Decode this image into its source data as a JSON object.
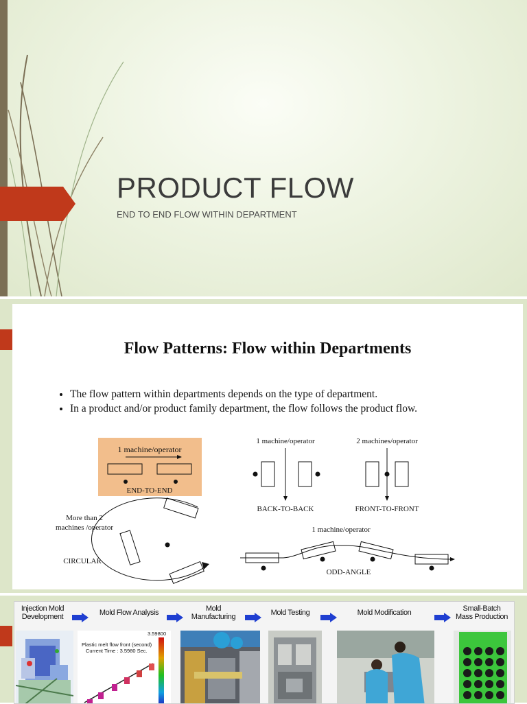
{
  "slide1": {
    "title": "PRODUCT FLOW",
    "subtitle": "END TO END FLOW WITHIN DEPARTMENT",
    "colors": {
      "accent": "#c0391b",
      "strip": "#7b6f55",
      "background": "#eef4e2"
    }
  },
  "slide2": {
    "heading": "Flow Patterns: Flow within Departments",
    "bullets": [
      "The flow pattern within departments depends on the type of department.",
      "In a product and/or product family department, the flow follows the product flow."
    ],
    "diagram": {
      "end_to_end": {
        "top_label": "1 machine/operator",
        "caption": "END-TO-END",
        "fill": "#f2be8c"
      },
      "back_to_back": {
        "top_label": "1 machine/operator",
        "caption": "BACK-TO-BACK"
      },
      "front_to_front": {
        "top_label": "2 machines/operator",
        "caption": "FRONT-TO-FRONT"
      },
      "circular": {
        "label_line1": "More than 2",
        "label_line2": "machines /operator",
        "caption": "CIRCULAR"
      },
      "odd_angle": {
        "top_label": "1 machine/operator",
        "caption": "ODD-ANGLE"
      }
    }
  },
  "slide3": {
    "steps": [
      {
        "line1": "Injection Mold",
        "line2": "Development"
      },
      {
        "line1": "Mold Flow Analysis",
        "line2": ""
      },
      {
        "line1": "Mold",
        "line2": "Manufacturing"
      },
      {
        "line1": "Mold Testing",
        "line2": ""
      },
      {
        "line1": "Mold Modification",
        "line2": ""
      },
      {
        "line1": "Small-Batch",
        "line2": "Mass Production"
      }
    ],
    "flow_analysis": {
      "scale_max": "3.59800",
      "caption_line1": "Plastic melt flow front (second)",
      "caption_line2": "Current Time : 3.5980 Sec."
    },
    "arrow_color": "#1f3fd1"
  }
}
